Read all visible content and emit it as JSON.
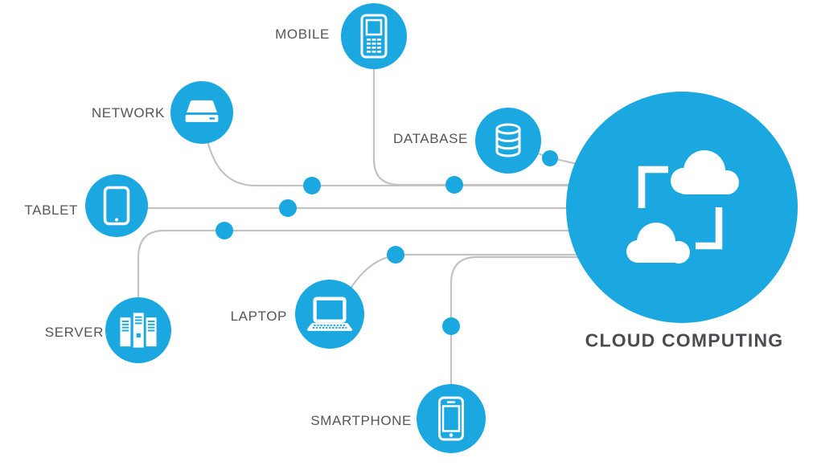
{
  "diagram_title": "CLOUD COMPUTING",
  "hub": {
    "label": "CLOUD COMPUTING",
    "icon": "cloud-sync-icon"
  },
  "nodes": [
    {
      "id": "mobile",
      "label": "MOBILE",
      "icon": "mobile-phone-icon"
    },
    {
      "id": "network",
      "label": "NETWORK",
      "icon": "network-drive-icon"
    },
    {
      "id": "database",
      "label": "DATABASE",
      "icon": "database-icon"
    },
    {
      "id": "tablet",
      "label": "TABLET",
      "icon": "tablet-icon"
    },
    {
      "id": "server",
      "label": "SERVER",
      "icon": "server-rack-icon"
    },
    {
      "id": "laptop",
      "label": "LAPTOP",
      "icon": "laptop-icon"
    },
    {
      "id": "smartphone",
      "label": "SMARTPHONE",
      "icon": "smartphone-icon"
    }
  ],
  "colors": {
    "accent_blue": "#1BA7E0",
    "connector_gray": "#C3C3C3",
    "label_gray": "#55565B",
    "hub_label_gray": "#4A4C51",
    "background": "#FFFFFF",
    "icon_white": "#FFFFFF"
  }
}
